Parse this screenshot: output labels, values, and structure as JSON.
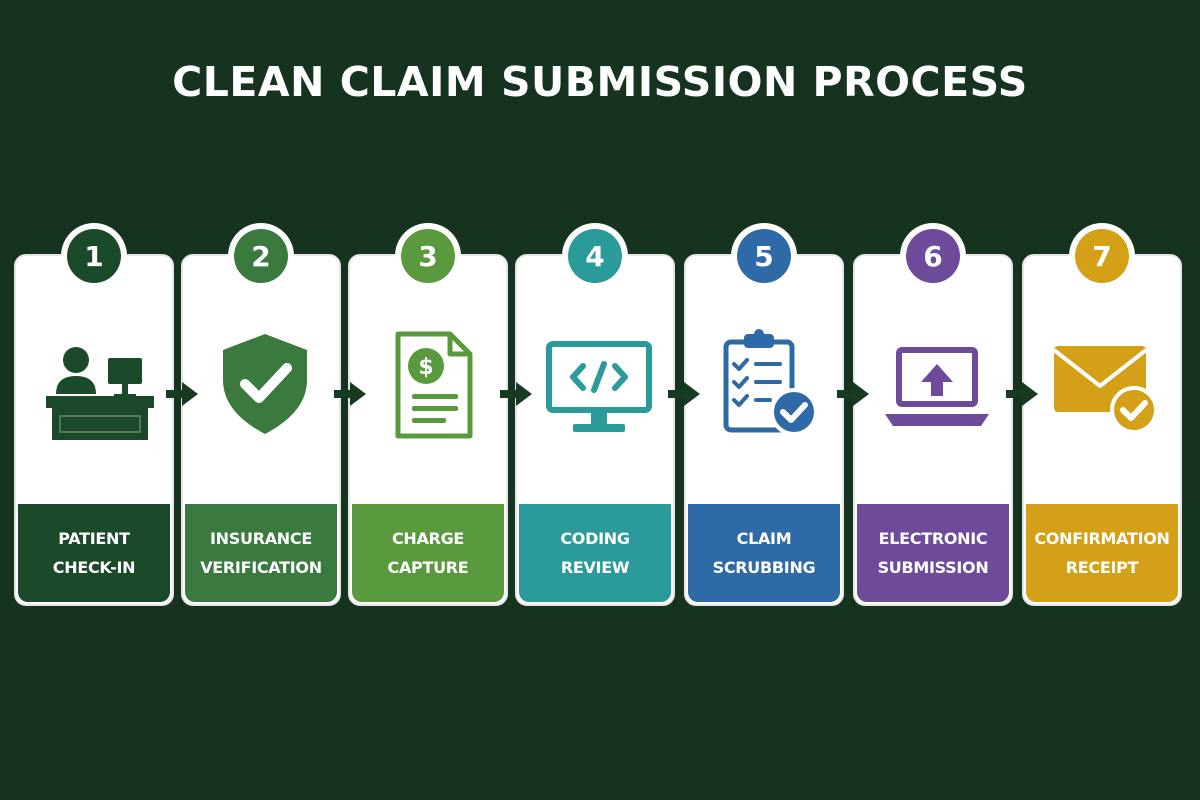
{
  "title": "CLEAN CLAIM SUBMISSION PROCESS",
  "background_color": "#15331f",
  "steps": [
    {
      "number": "1",
      "label": "PATIENT\nCHECK-IN",
      "color": "#1a4a2a",
      "icon": "front-desk-icon"
    },
    {
      "number": "2",
      "label": "INSURANCE\nVERIFICATION",
      "color": "#3b7a3e",
      "icon": "shield-check-icon"
    },
    {
      "number": "3",
      "label": "CHARGE\nCAPTURE",
      "color": "#5a9a3e",
      "icon": "invoice-dollar-icon"
    },
    {
      "number": "4",
      "label": "CODING\nREVIEW",
      "color": "#2a9a9a",
      "icon": "monitor-code-icon"
    },
    {
      "number": "5",
      "label": "CLAIM\nSCRUBBING",
      "color": "#2f6aa8",
      "icon": "clipboard-check-icon"
    },
    {
      "number": "6",
      "label": "ELECTRONIC\nSUBMISSION",
      "color": "#6e4a9a",
      "icon": "laptop-upload-icon"
    },
    {
      "number": "7",
      "label": "CONFIRMATION\nRECEIPT",
      "color": "#d4a017",
      "icon": "envelope-check-icon"
    }
  ],
  "arrow_color": "#173a23"
}
